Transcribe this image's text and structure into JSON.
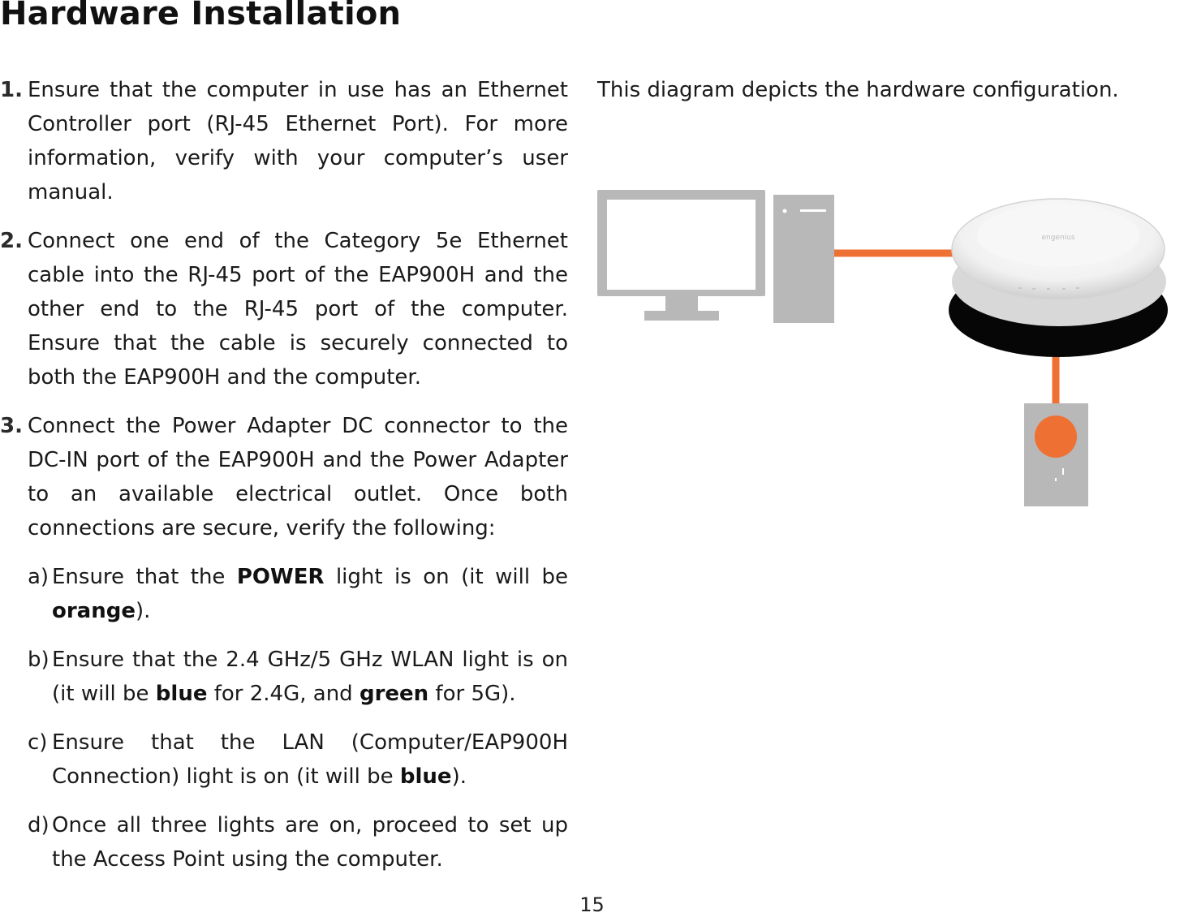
{
  "page": {
    "title": "Hardware Installation",
    "page_number": "15"
  },
  "steps": [
    {
      "number": "1.",
      "text": "Ensure that the computer in use has an Ethernet Controller port (RJ-45 Ethernet Port). For more information, verify with your computer’s user manual."
    },
    {
      "number": "2.",
      "text": "Connect one end of the Category 5e Ethernet cable into the RJ-45 port of the EAP900H and the other end to the RJ-45 port of the computer. Ensure that the cable is securely connected to both the EAP900H and the computer."
    },
    {
      "number": "3.",
      "text": "Connect the Power Adapter DC connector to the DC-IN port of the EAP900H and the Power Adapter to an available electrical outlet. Once both connections are secure, verify the following:"
    }
  ],
  "checks": {
    "a": {
      "letter": "a)",
      "pre": "Ensure that the ",
      "light": "POWER",
      "mid": " light is on (it will be ",
      "color": "orange",
      "post": ")."
    },
    "b": {
      "letter": "b)",
      "pre": "Ensure that the 2.4 GHz/5 GHz WLAN light is on (it will be ",
      "color1": "blue",
      "mid": " for 2.4G, and ",
      "color2": "green",
      "post": " for 5G)."
    },
    "c": {
      "letter": "c)",
      "pre": "Ensure that the LAN (Computer/EAP900H Connection) light is on (it will be ",
      "color": "blue",
      "post": ")."
    },
    "d": {
      "letter": "d)",
      "text": "Once all three lights are on, proceed to set up the Access Point using the computer."
    }
  },
  "diagram": {
    "caption": "This diagram depicts the hardware configuration.",
    "cable_color": "#EE7033",
    "equipment_color": "#B8B8B8"
  }
}
